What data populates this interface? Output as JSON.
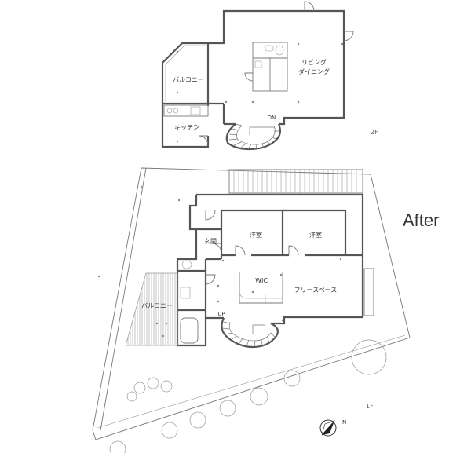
{
  "heading": "After",
  "floors": {
    "upper": {
      "label": "2F",
      "rooms": {
        "living": [
          "リビング",
          "ダイニング"
        ],
        "balcony": "バルコニー",
        "kitchen": "キッチン"
      },
      "stair_label": "DN"
    },
    "lower": {
      "label": "1F",
      "rooms": {
        "bedroom_1": "洋室",
        "bedroom_2": "洋室",
        "entrance": "玄関",
        "wic": "WIC",
        "free_space": "フリースペース",
        "balcony": "バルコニー"
      },
      "stair_label": "UP"
    }
  },
  "compass": {
    "label": "N"
  },
  "colors": {
    "line": "#555555",
    "hatch": "#aaaaaa",
    "text": "#333333"
  }
}
